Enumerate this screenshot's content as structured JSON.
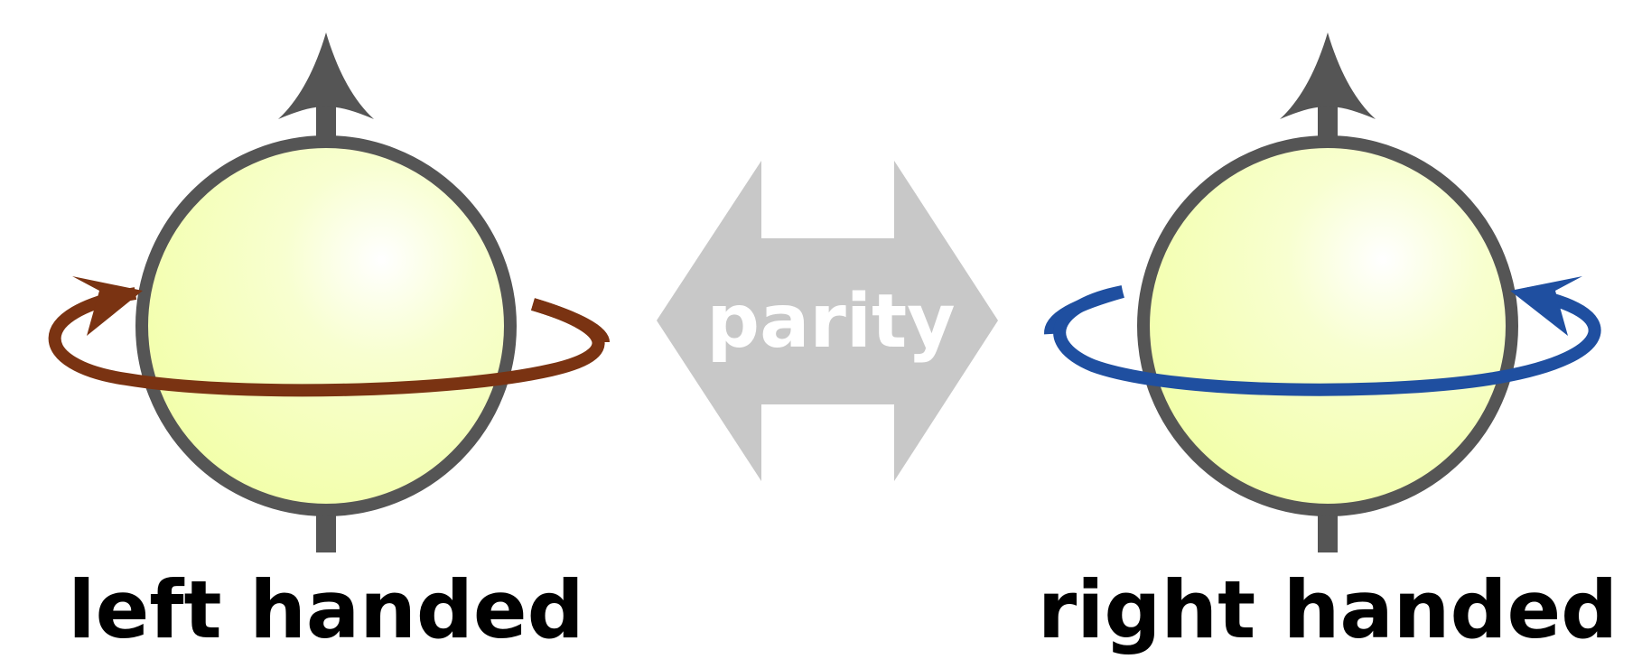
{
  "labels": {
    "left": "left handed",
    "right": "right handed",
    "center": "parity"
  },
  "colors": {
    "sphere_fill": "#f4ffb0",
    "sphere_outline": "#555555",
    "axis": "#555555",
    "left_rotation": "#7a3312",
    "right_rotation": "#1f4fa0",
    "parity_arrow": "#c8c8c8",
    "label_text": "#000000",
    "parity_text": "#ffffff"
  }
}
